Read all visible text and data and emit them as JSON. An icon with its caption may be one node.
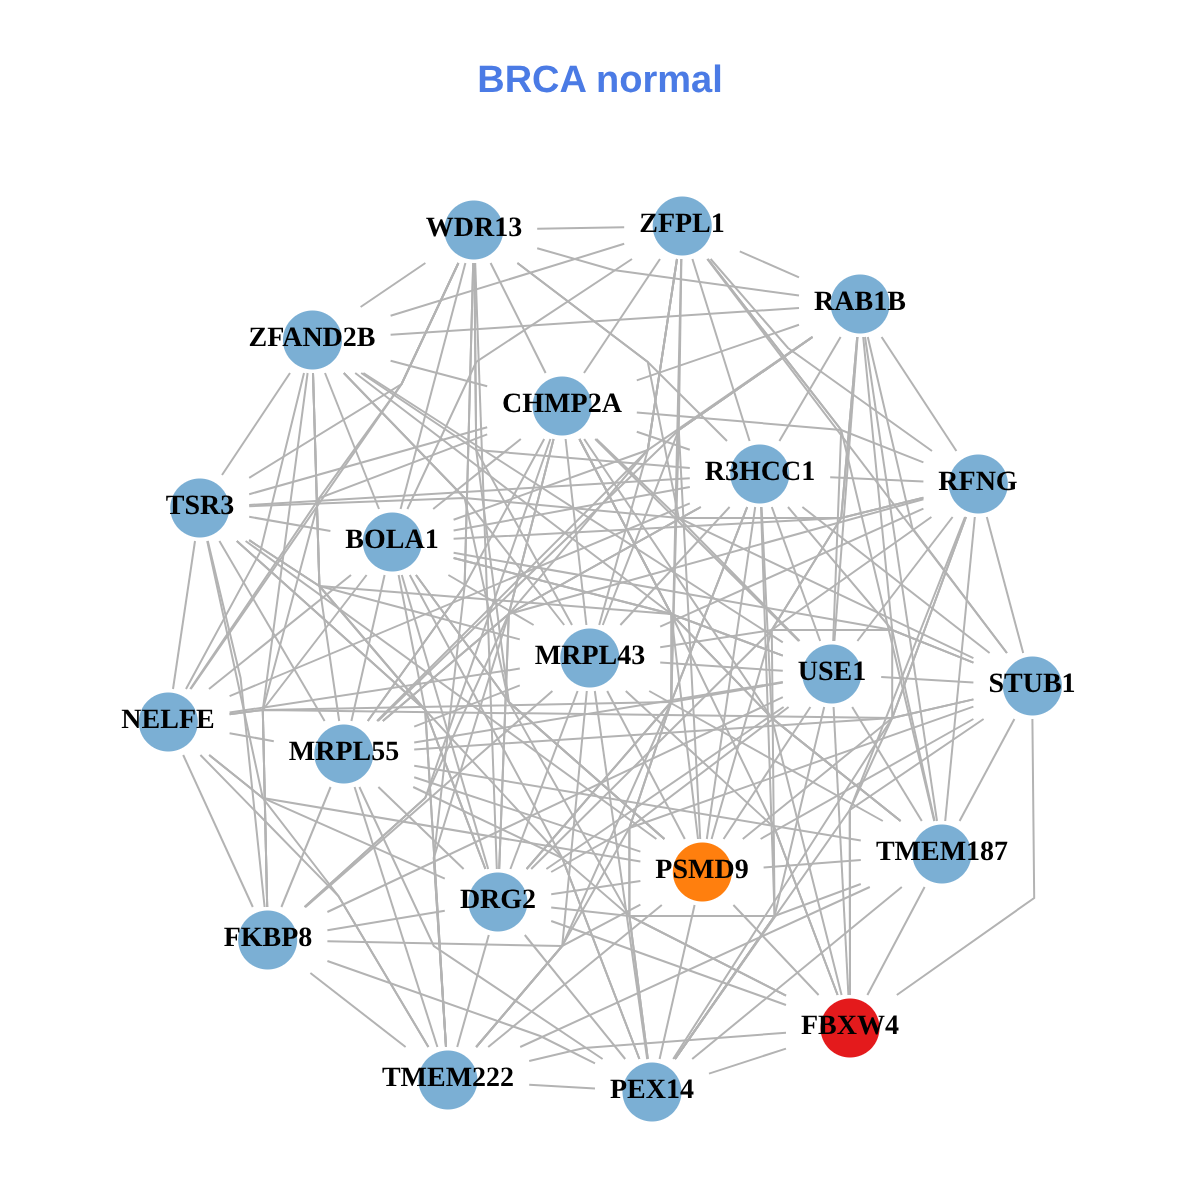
{
  "diagram": {
    "title": "BRCA normal",
    "nodes": [
      {
        "text": [
          "WDR13"
        ]
      },
      {
        "text": [
          "ZFPL1"
        ]
      },
      {
        "text": [
          "RAB1B"
        ]
      },
      {
        "text": [
          "ZFAND2B"
        ]
      },
      {
        "text": [
          "CHMP2A"
        ]
      },
      {
        "text": [
          "R3HCC1"
        ]
      },
      {
        "text": [
          "RFNG"
        ]
      },
      {
        "text": [
          "TSR3"
        ]
      },
      {
        "text": [
          "BOLA1"
        ]
      },
      {
        "text": [
          "MRPL43"
        ]
      },
      {
        "text": [
          "USE1"
        ]
      },
      {
        "text": [
          "STUB1"
        ]
      },
      {
        "text": [
          "NELFE"
        ]
      },
      {
        "text": [
          "MRPL55"
        ]
      },
      {
        "text": [
          "PSMD9"
        ]
      },
      {
        "text": [
          "TMEM187"
        ]
      },
      {
        "text": [
          "DRG2"
        ]
      },
      {
        "text": [
          "FKBP8"
        ]
      },
      {
        "text": [
          "FBXW4"
        ]
      },
      {
        "text": [
          "TMEM222"
        ]
      },
      {
        "text": [
          "PEX14"
        ]
      }
    ],
    "edges": [
      {
        "from": 0,
        "to": 1,
        "arrow": "none"
      },
      {
        "from": 0,
        "to": 2,
        "arrow": "none"
      },
      {
        "from": 0,
        "to": 3,
        "arrow": "none"
      },
      {
        "from": 0,
        "to": 4,
        "arrow": "none"
      },
      {
        "from": 0,
        "to": 5,
        "arrow": "none"
      },
      {
        "from": 0,
        "to": 7,
        "arrow": "none"
      },
      {
        "from": 0,
        "to": 8,
        "arrow": "none"
      },
      {
        "from": 0,
        "to": 9,
        "arrow": "none"
      },
      {
        "from": 0,
        "to": 10,
        "arrow": "none"
      },
      {
        "from": 0,
        "to": 12,
        "arrow": "none"
      },
      {
        "from": 0,
        "to": 13,
        "arrow": "none"
      },
      {
        "from": 0,
        "to": 14,
        "arrow": "none"
      },
      {
        "from": 0,
        "to": 16,
        "arrow": "none"
      },
      {
        "from": 0,
        "to": 17,
        "arrow": "none"
      },
      {
        "from": 0,
        "to": 19,
        "arrow": "none"
      },
      {
        "from": 1,
        "to": 2,
        "arrow": "none"
      },
      {
        "from": 1,
        "to": 3,
        "arrow": "none"
      },
      {
        "from": 1,
        "to": 4,
        "arrow": "none"
      },
      {
        "from": 1,
        "to": 5,
        "arrow": "none"
      },
      {
        "from": 1,
        "to": 6,
        "arrow": "none"
      },
      {
        "from": 1,
        "to": 8,
        "arrow": "none"
      },
      {
        "from": 1,
        "to": 9,
        "arrow": "none"
      },
      {
        "from": 1,
        "to": 10,
        "arrow": "none"
      },
      {
        "from": 1,
        "to": 11,
        "arrow": "none"
      },
      {
        "from": 1,
        "to": 13,
        "arrow": "none"
      },
      {
        "from": 1,
        "to": 14,
        "arrow": "none"
      },
      {
        "from": 1,
        "to": 15,
        "arrow": "none"
      },
      {
        "from": 1,
        "to": 16,
        "arrow": "none"
      },
      {
        "from": 1,
        "to": 20,
        "arrow": "none"
      },
      {
        "from": 2,
        "to": 3,
        "arrow": "none"
      },
      {
        "from": 2,
        "to": 4,
        "arrow": "none"
      },
      {
        "from": 2,
        "to": 5,
        "arrow": "none"
      },
      {
        "from": 2,
        "to": 6,
        "arrow": "none"
      },
      {
        "from": 2,
        "to": 8,
        "arrow": "none"
      },
      {
        "from": 2,
        "to": 9,
        "arrow": "none"
      },
      {
        "from": 2,
        "to": 10,
        "arrow": "none"
      },
      {
        "from": 2,
        "to": 11,
        "arrow": "none"
      },
      {
        "from": 2,
        "to": 13,
        "arrow": "none"
      },
      {
        "from": 2,
        "to": 14,
        "arrow": "none"
      },
      {
        "from": 2,
        "to": 15,
        "arrow": "none"
      },
      {
        "from": 2,
        "to": 16,
        "arrow": "none"
      },
      {
        "from": 2,
        "to": 18,
        "arrow": "none"
      },
      {
        "from": 2,
        "to": 20,
        "arrow": "none"
      },
      {
        "from": 3,
        "to": 4,
        "arrow": "none"
      },
      {
        "from": 3,
        "to": 5,
        "arrow": "none"
      },
      {
        "from": 3,
        "to": 7,
        "arrow": "none"
      },
      {
        "from": 3,
        "to": 8,
        "arrow": "none"
      },
      {
        "from": 3,
        "to": 9,
        "arrow": "none"
      },
      {
        "from": 3,
        "to": 10,
        "arrow": "none"
      },
      {
        "from": 3,
        "to": 12,
        "arrow": "none"
      },
      {
        "from": 3,
        "to": 13,
        "arrow": "none"
      },
      {
        "from": 3,
        "to": 14,
        "arrow": "none"
      },
      {
        "from": 3,
        "to": 15,
        "arrow": "none"
      },
      {
        "from": 3,
        "to": 16,
        "arrow": "none"
      },
      {
        "from": 3,
        "to": 17,
        "arrow": "none"
      },
      {
        "from": 3,
        "to": 19,
        "arrow": "none"
      },
      {
        "from": 4,
        "to": 5,
        "arrow": "none"
      },
      {
        "from": 4,
        "to": 6,
        "arrow": "none"
      },
      {
        "from": 4,
        "to": 7,
        "arrow": "none"
      },
      {
        "from": 4,
        "to": 8,
        "arrow": "none"
      },
      {
        "from": 4,
        "to": 9,
        "arrow": "none"
      },
      {
        "from": 4,
        "to": 10,
        "arrow": "none"
      },
      {
        "from": 4,
        "to": 11,
        "arrow": "none"
      },
      {
        "from": 4,
        "to": 12,
        "arrow": "none"
      },
      {
        "from": 4,
        "to": 13,
        "arrow": "none"
      },
      {
        "from": 4,
        "to": 14,
        "arrow": "none"
      },
      {
        "from": 4,
        "to": 15,
        "arrow": "none"
      },
      {
        "from": 4,
        "to": 16,
        "arrow": "none"
      },
      {
        "from": 4,
        "to": 17,
        "arrow": "none"
      },
      {
        "from": 4,
        "to": 18,
        "arrow": "none"
      },
      {
        "from": 4,
        "to": 19,
        "arrow": "none"
      },
      {
        "from": 4,
        "to": 20,
        "arrow": "none"
      },
      {
        "from": 5,
        "to": 6,
        "arrow": "none"
      },
      {
        "from": 5,
        "to": 7,
        "arrow": "none"
      },
      {
        "from": 5,
        "to": 8,
        "arrow": "none"
      },
      {
        "from": 5,
        "to": 9,
        "arrow": "none"
      },
      {
        "from": 5,
        "to": 10,
        "arrow": "none"
      },
      {
        "from": 5,
        "to": 11,
        "arrow": "none"
      },
      {
        "from": 5,
        "to": 12,
        "arrow": "none"
      },
      {
        "from": 5,
        "to": 13,
        "arrow": "none"
      },
      {
        "from": 5,
        "to": 14,
        "arrow": "none"
      },
      {
        "from": 5,
        "to": 15,
        "arrow": "none"
      },
      {
        "from": 5,
        "to": 16,
        "arrow": "none"
      },
      {
        "from": 5,
        "to": 17,
        "arrow": "none"
      },
      {
        "from": 5,
        "to": 18,
        "arrow": "none"
      },
      {
        "from": 5,
        "to": 19,
        "arrow": "none"
      },
      {
        "from": 5,
        "to": 20,
        "arrow": "none"
      },
      {
        "from": 6,
        "to": 7,
        "arrow": "none"
      },
      {
        "from": 6,
        "to": 8,
        "arrow": "none"
      },
      {
        "from": 6,
        "to": 9,
        "arrow": "none"
      },
      {
        "from": 6,
        "to": 10,
        "arrow": "none"
      },
      {
        "from": 6,
        "to": 11,
        "arrow": "none"
      },
      {
        "from": 6,
        "to": 13,
        "arrow": "none"
      },
      {
        "from": 6,
        "to": 14,
        "arrow": "none"
      },
      {
        "from": 6,
        "to": 15,
        "arrow": "none"
      },
      {
        "from": 6,
        "to": 16,
        "arrow": "none"
      },
      {
        "from": 6,
        "to": 18,
        "arrow": "none"
      },
      {
        "from": 6,
        "to": 20,
        "arrow": "none"
      },
      {
        "from": 7,
        "to": 8,
        "arrow": "none"
      },
      {
        "from": 7,
        "to": 9,
        "arrow": "none"
      },
      {
        "from": 7,
        "to": 10,
        "arrow": "none"
      },
      {
        "from": 7,
        "to": 12,
        "arrow": "none"
      },
      {
        "from": 7,
        "to": 13,
        "arrow": "none"
      },
      {
        "from": 7,
        "to": 14,
        "arrow": "none"
      },
      {
        "from": 7,
        "to": 16,
        "arrow": "none"
      },
      {
        "from": 7,
        "to": 17,
        "arrow": "none"
      },
      {
        "from": 7,
        "to": 19,
        "arrow": "none"
      },
      {
        "from": 7,
        "to": 20,
        "arrow": "none"
      },
      {
        "from": 8,
        "to": 9,
        "arrow": "none"
      },
      {
        "from": 8,
        "to": 10,
        "arrow": "none"
      },
      {
        "from": 8,
        "to": 11,
        "arrow": "none"
      },
      {
        "from": 8,
        "to": 12,
        "arrow": "none"
      },
      {
        "from": 8,
        "to": 13,
        "arrow": "none"
      },
      {
        "from": 8,
        "to": 14,
        "arrow": "none"
      },
      {
        "from": 8,
        "to": 15,
        "arrow": "none"
      },
      {
        "from": 8,
        "to": 16,
        "arrow": "none"
      },
      {
        "from": 8,
        "to": 17,
        "arrow": "none"
      },
      {
        "from": 8,
        "to": 18,
        "arrow": "none"
      },
      {
        "from": 8,
        "to": 19,
        "arrow": "none"
      },
      {
        "from": 8,
        "to": 20,
        "arrow": "none"
      },
      {
        "from": 9,
        "to": 10,
        "arrow": "none"
      },
      {
        "from": 9,
        "to": 11,
        "arrow": "none"
      },
      {
        "from": 9,
        "to": 12,
        "arrow": "none"
      },
      {
        "from": 9,
        "to": 13,
        "arrow": "none"
      },
      {
        "from": 9,
        "to": 14,
        "arrow": "none"
      },
      {
        "from": 9,
        "to": 15,
        "arrow": "none"
      },
      {
        "from": 9,
        "to": 16,
        "arrow": "none"
      },
      {
        "from": 9,
        "to": 17,
        "arrow": "none"
      },
      {
        "from": 9,
        "to": 18,
        "arrow": "none"
      },
      {
        "from": 9,
        "to": 19,
        "arrow": "none"
      },
      {
        "from": 9,
        "to": 20,
        "arrow": "none"
      },
      {
        "from": 10,
        "to": 11,
        "arrow": "none"
      },
      {
        "from": 10,
        "to": 12,
        "arrow": "none"
      },
      {
        "from": 10,
        "to": 13,
        "arrow": "none"
      },
      {
        "from": 10,
        "to": 14,
        "arrow": "none"
      },
      {
        "from": 10,
        "to": 15,
        "arrow": "none"
      },
      {
        "from": 10,
        "to": 16,
        "arrow": "none"
      },
      {
        "from": 10,
        "to": 17,
        "arrow": "none"
      },
      {
        "from": 10,
        "to": 18,
        "arrow": "none"
      },
      {
        "from": 10,
        "to": 19,
        "arrow": "none"
      },
      {
        "from": 10,
        "to": 20,
        "arrow": "none"
      },
      {
        "from": 11,
        "to": 12,
        "arrow": "none"
      },
      {
        "from": 11,
        "to": 13,
        "arrow": "none"
      },
      {
        "from": 11,
        "to": 14,
        "arrow": "none"
      },
      {
        "from": 11,
        "to": 15,
        "arrow": "none"
      },
      {
        "from": 11,
        "to": 16,
        "arrow": "none"
      },
      {
        "from": 11,
        "to": 18,
        "arrow": "none"
      },
      {
        "from": 11,
        "to": 20,
        "arrow": "none"
      },
      {
        "from": 12,
        "to": 13,
        "arrow": "none"
      },
      {
        "from": 12,
        "to": 14,
        "arrow": "none"
      },
      {
        "from": 12,
        "to": 16,
        "arrow": "none"
      },
      {
        "from": 12,
        "to": 17,
        "arrow": "none"
      },
      {
        "from": 12,
        "to": 19,
        "arrow": "none"
      },
      {
        "from": 13,
        "to": 14,
        "arrow": "none"
      },
      {
        "from": 13,
        "to": 15,
        "arrow": "none"
      },
      {
        "from": 13,
        "to": 16,
        "arrow": "none"
      },
      {
        "from": 13,
        "to": 17,
        "arrow": "none"
      },
      {
        "from": 13,
        "to": 18,
        "arrow": "none"
      },
      {
        "from": 13,
        "to": 19,
        "arrow": "none"
      },
      {
        "from": 13,
        "to": 20,
        "arrow": "none"
      },
      {
        "from": 14,
        "to": 15,
        "arrow": "none"
      },
      {
        "from": 14,
        "to": 16,
        "arrow": "none"
      },
      {
        "from": 14,
        "to": 17,
        "arrow": "none"
      },
      {
        "from": 14,
        "to": 18,
        "arrow": "none"
      },
      {
        "from": 14,
        "to": 19,
        "arrow": "none"
      },
      {
        "from": 14,
        "to": 20,
        "arrow": "none"
      },
      {
        "from": 15,
        "to": 16,
        "arrow": "none"
      },
      {
        "from": 15,
        "to": 18,
        "arrow": "none"
      },
      {
        "from": 15,
        "to": 19,
        "arrow": "none"
      },
      {
        "from": 15,
        "to": 20,
        "arrow": "none"
      },
      {
        "from": 16,
        "to": 17,
        "arrow": "none"
      },
      {
        "from": 16,
        "to": 18,
        "arrow": "none"
      },
      {
        "from": 16,
        "to": 19,
        "arrow": "none"
      },
      {
        "from": 16,
        "to": 20,
        "arrow": "none"
      },
      {
        "from": 17,
        "to": 19,
        "arrow": "none"
      },
      {
        "from": 17,
        "to": 20,
        "arrow": "none"
      },
      {
        "from": 18,
        "to": 19,
        "arrow": "none"
      },
      {
        "from": 18,
        "to": 20,
        "arrow": "none"
      },
      {
        "from": 19,
        "to": 20,
        "arrow": "none"
      }
    ]
  }
}
